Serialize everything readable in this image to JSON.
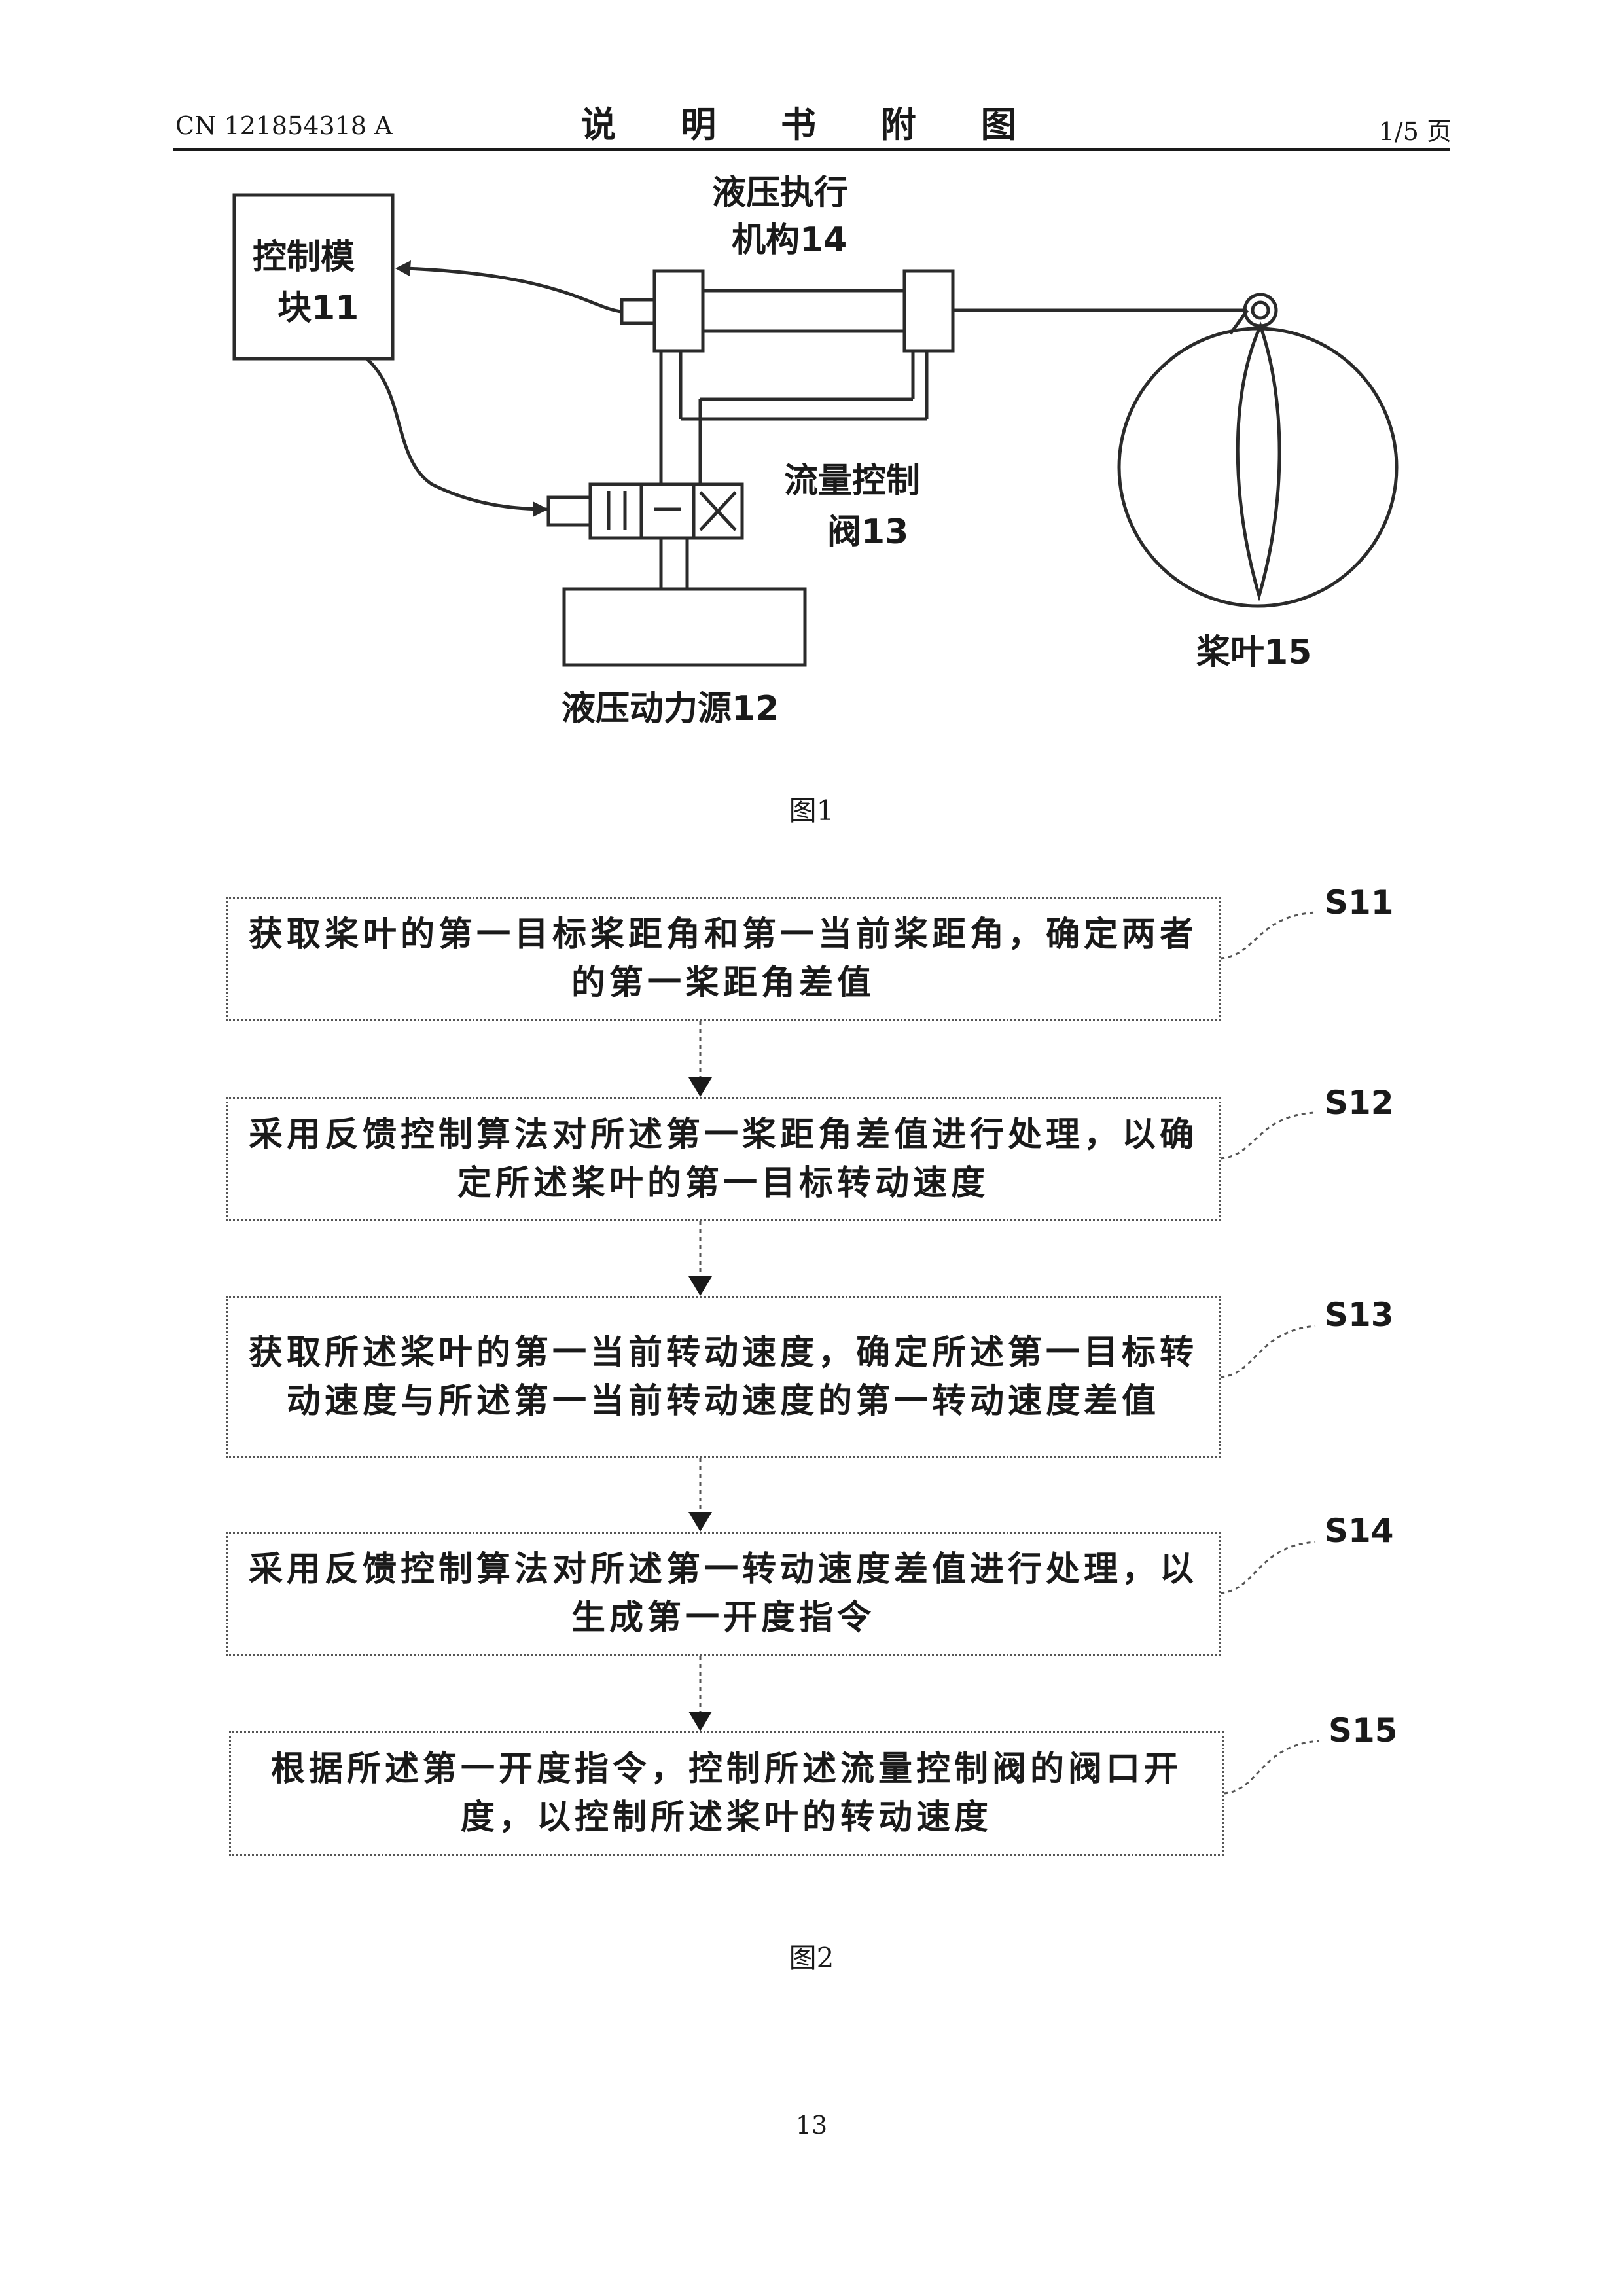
{
  "header": {
    "patent_number": "CN 121854318 A",
    "title": "说 明 书 附 图",
    "page_of": "1/5 页"
  },
  "figure1": {
    "caption": "图1",
    "labels": {
      "control_module_line1": "控制模",
      "control_module_line2": "块11",
      "actuator_line1": "液压执行",
      "actuator_line2": "机构14",
      "valve_line1": "流量控制",
      "valve_line2": "阀13",
      "power_source": "液压动力源12",
      "blade": "桨叶15"
    }
  },
  "figure2": {
    "caption": "图2",
    "steps": [
      {
        "id": "S11",
        "text": "获取桨叶的第一目标桨距角和第一当前桨距角，确定两者的第一桨距角差值"
      },
      {
        "id": "S12",
        "text": "采用反馈控制算法对所述第一桨距角差值进行处理，以确定所述桨叶的第一目标转动速度"
      },
      {
        "id": "S13",
        "text": "获取所述桨叶的第一当前转动速度，确定所述第一目标转动速度与所述第一当前转动速度的第一转动速度差值"
      },
      {
        "id": "S14",
        "text": "采用反馈控制算法对所述第一转动速度差值进行处理，以生成第一开度指令"
      },
      {
        "id": "S15",
        "text": "根据所述第一开度指令，控制所述流量控制阀的阀口开度，以控制所述桨叶的转动速度"
      }
    ]
  },
  "footer": {
    "page_number": "13"
  }
}
